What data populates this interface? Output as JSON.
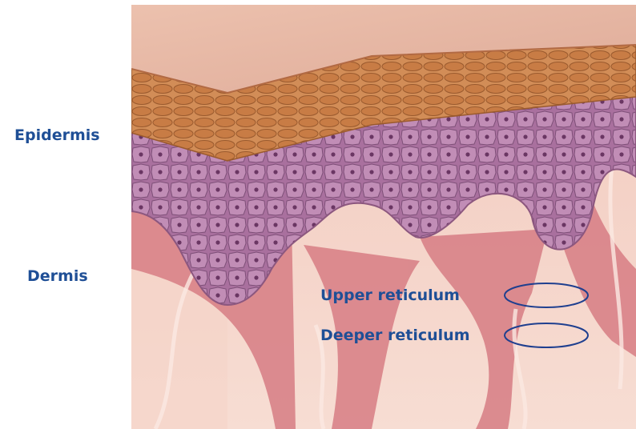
{
  "labels": {
    "epidermis": "Epidermis",
    "dermis": "Dermis",
    "upper_reticulum": "Upper reticulum",
    "deeper_reticulum": "Deeper reticulum"
  },
  "colors": {
    "label_text": "#1f4f96",
    "marker_stroke": "#1f3f8f",
    "surface": "#e8b7a4",
    "corneum": "#c9824e",
    "epidermal_cells": "#b77dab",
    "dermis": "#edc1b4",
    "dermal_ridges": "#cf6f7a"
  },
  "icons": {
    "upper_marker": "ellipse-outline",
    "deeper_marker": "ellipse-outline"
  }
}
